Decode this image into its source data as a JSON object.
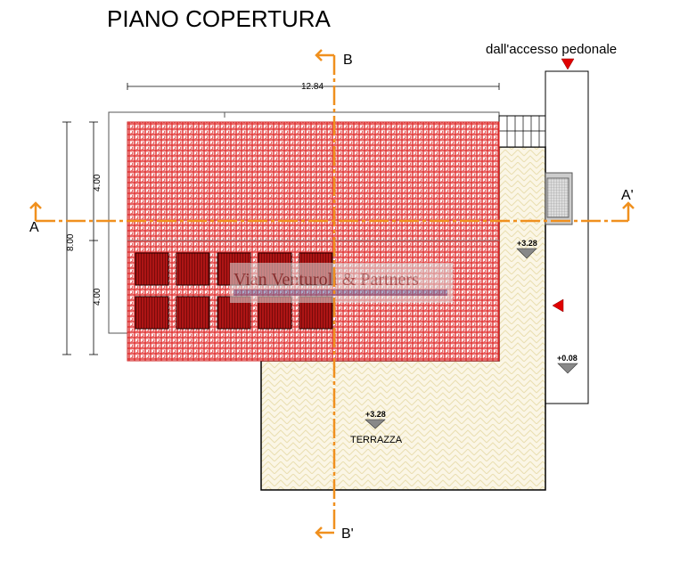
{
  "title": "PIANO COPERTURA",
  "access_label": "dall'accesso pedonale",
  "section_labels": {
    "a_start": "A",
    "a_end": "A'",
    "b_start": "B",
    "b_end": "B'"
  },
  "dimensions": {
    "width_total": "12.84",
    "height_total": "8.00",
    "height_top": "4.00",
    "height_bottom": "4.00"
  },
  "levels": {
    "terrace_upper": "+3.28",
    "terrace_main": "+3.28",
    "walkway": "+0.08"
  },
  "room_label": "TERRAZZA",
  "watermark": "Vian Venturoli & Partners",
  "colors": {
    "section_line": "#f0901e",
    "roof": "#e03030",
    "terrace": "#f7f0d8",
    "marker": "#e00000"
  }
}
